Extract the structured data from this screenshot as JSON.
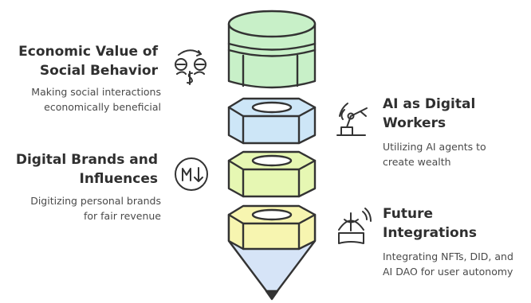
{
  "items": [
    {
      "title_lines": [
        "Economic Value of",
        "Social Behavior"
      ],
      "desc_lines": [
        "Making social interactions",
        "economically beneficial"
      ],
      "icon": "money-exchange-icon"
    },
    {
      "title_lines": [
        "AI as Digital",
        "Workers"
      ],
      "desc_lines": [
        "Utilizing AI agents to",
        "create wealth"
      ],
      "icon": "robot-arm-icon"
    },
    {
      "title_lines": [
        "Digital Brands and",
        "Influences"
      ],
      "desc_lines": [
        "Digitizing personal brands",
        "for fair revenue"
      ],
      "icon": "markdown-icon"
    },
    {
      "title_lines": [
        "Future",
        "Integrations"
      ],
      "desc_lines": [
        "Integrating NFTs, DID, and",
        "AI DAO for user autonomy"
      ],
      "icon": "vr-headset-icon"
    }
  ],
  "colors": {
    "stroke": "#333333",
    "green": "#c8f0c8",
    "blue": "#cde6f7",
    "lime": "#e6f7b3",
    "yellow": "#f7f5b0",
    "tip": "#d6e4f7"
  }
}
